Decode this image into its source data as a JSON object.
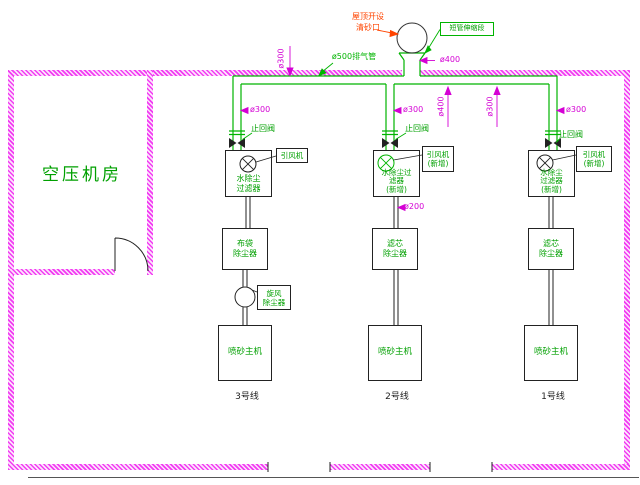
{
  "room": {
    "label": "空压机房"
  },
  "roof": {
    "note": "屋顶开设\n清砂口",
    "flex_joint": "短管伸缩段",
    "main_dim": "ø500排气管",
    "riser_dim": "ø400",
    "left_dim": "ø300",
    "mid_dim_a": "ø400",
    "mid_dim_b": "ø300"
  },
  "lines": [
    {
      "label": "3号线",
      "branch_dim": "ø300",
      "valve_label": "止回阀",
      "filter_label": "水除尘\n过滤器",
      "fan_label": "引风机",
      "stage2_label": "布袋\n除尘器",
      "cyclone_label": "旋风\n除尘器",
      "machine_label": "喷砂主机"
    },
    {
      "label": "2号线",
      "branch_dim": "ø300",
      "valve_label": "止回阀",
      "filter_label": "水除尘过\n滤器\n(新增)",
      "fan_label": "引风机\n(新增)",
      "pipe_dim": "ø200",
      "stage2_label": "滤芯\n除尘器",
      "machine_label": "喷砂主机"
    },
    {
      "label": "1号线",
      "branch_dim": "ø300",
      "valve_label": "止回阀",
      "filter_label": "水除尘\n过滤器\n(新增)",
      "fan_label": "引风机\n(新增)",
      "stage2_label": "滤芯\n除尘器",
      "machine_label": "喷砂主机"
    }
  ],
  "colors": {
    "wall": "#f23cf2",
    "duct": "#00b400",
    "dim": "#d400d4",
    "note": "#ff4400",
    "green_text": "#00a000",
    "ink": "#222222"
  }
}
